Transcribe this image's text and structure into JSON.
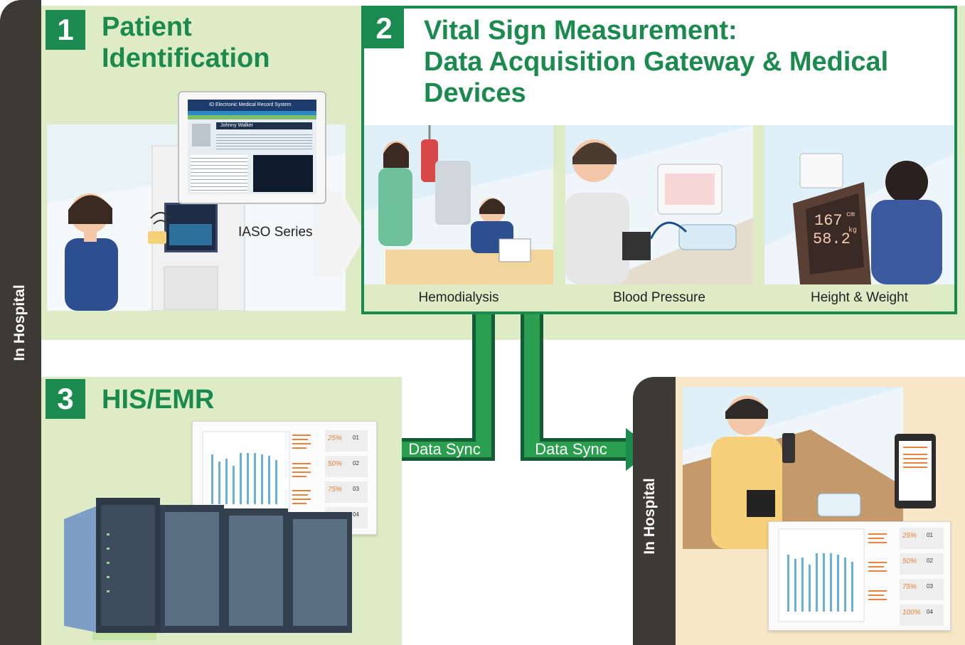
{
  "side_label_left": "In Hospital",
  "side_label_right": "In Hospital",
  "step1": {
    "number": "1",
    "title_line1": "Patient",
    "title_line2": "Identification",
    "device_label": "IASO Series",
    "screen_title": "ID Electronic Medical Record System",
    "patient_name": "Johnny Walker"
  },
  "step2": {
    "number": "2",
    "title_line1": "Vital Sign Measurement:",
    "title_line2": "Data Acquisition Gateway & Medical",
    "title_line3": "Devices",
    "devices": [
      {
        "label": "Hemodialysis"
      },
      {
        "label": "Blood Pressure"
      },
      {
        "label": "Height & Weight"
      }
    ],
    "scale_readout_1": "167",
    "scale_unit_1": "cm",
    "scale_readout_2": "58.2",
    "scale_unit_2": "kg"
  },
  "step3": {
    "number": "3",
    "title": "HIS/EMR"
  },
  "sync": {
    "left": "Data Sync",
    "right": "Data Sync"
  },
  "dashboard": {
    "stats": [
      "25%",
      "50%",
      "75%",
      "100%"
    ],
    "codes": [
      "01",
      "02",
      "03",
      "04"
    ]
  },
  "colors": {
    "accent_green": "#1a8a4e",
    "panel_green": "#ddecc4",
    "panel_peach": "#f8e7c6",
    "sidebar": "#3d3a36"
  }
}
